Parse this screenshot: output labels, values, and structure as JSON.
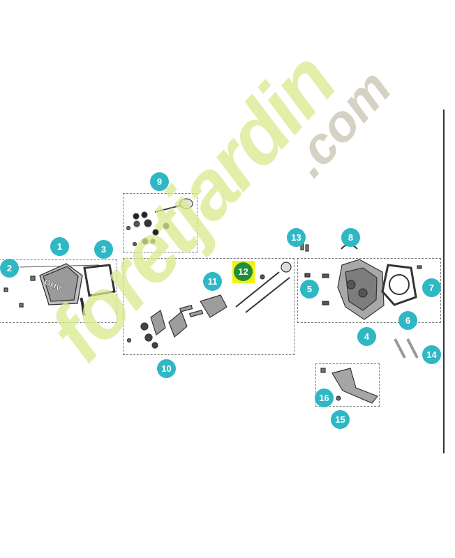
{
  "diagram": {
    "callouts": [
      {
        "id": "1",
        "active": false
      },
      {
        "id": "2",
        "active": false
      },
      {
        "id": "3",
        "active": false
      },
      {
        "id": "4",
        "active": false
      },
      {
        "id": "5",
        "active": false
      },
      {
        "id": "6",
        "active": false
      },
      {
        "id": "7",
        "active": false
      },
      {
        "id": "8",
        "active": false
      },
      {
        "id": "9",
        "active": false
      },
      {
        "id": "10",
        "active": false
      },
      {
        "id": "11",
        "active": false
      },
      {
        "id": "12",
        "active": true
      },
      {
        "id": "13",
        "active": false
      },
      {
        "id": "14",
        "active": false
      },
      {
        "id": "15",
        "active": false
      },
      {
        "id": "16",
        "active": false
      }
    ],
    "cover_stamp": "OHV",
    "colors": {
      "callout": "#2fb7c4",
      "callout_active": "#1f8f3a",
      "highlight": "#f2f20e"
    }
  },
  "watermark": {
    "brand_main": "foretjardin",
    "brand_suffix": ".com",
    "colors": {
      "main": "#d7e98c",
      "accent": "#f5b470",
      "suffix": "#beb9a5"
    }
  }
}
